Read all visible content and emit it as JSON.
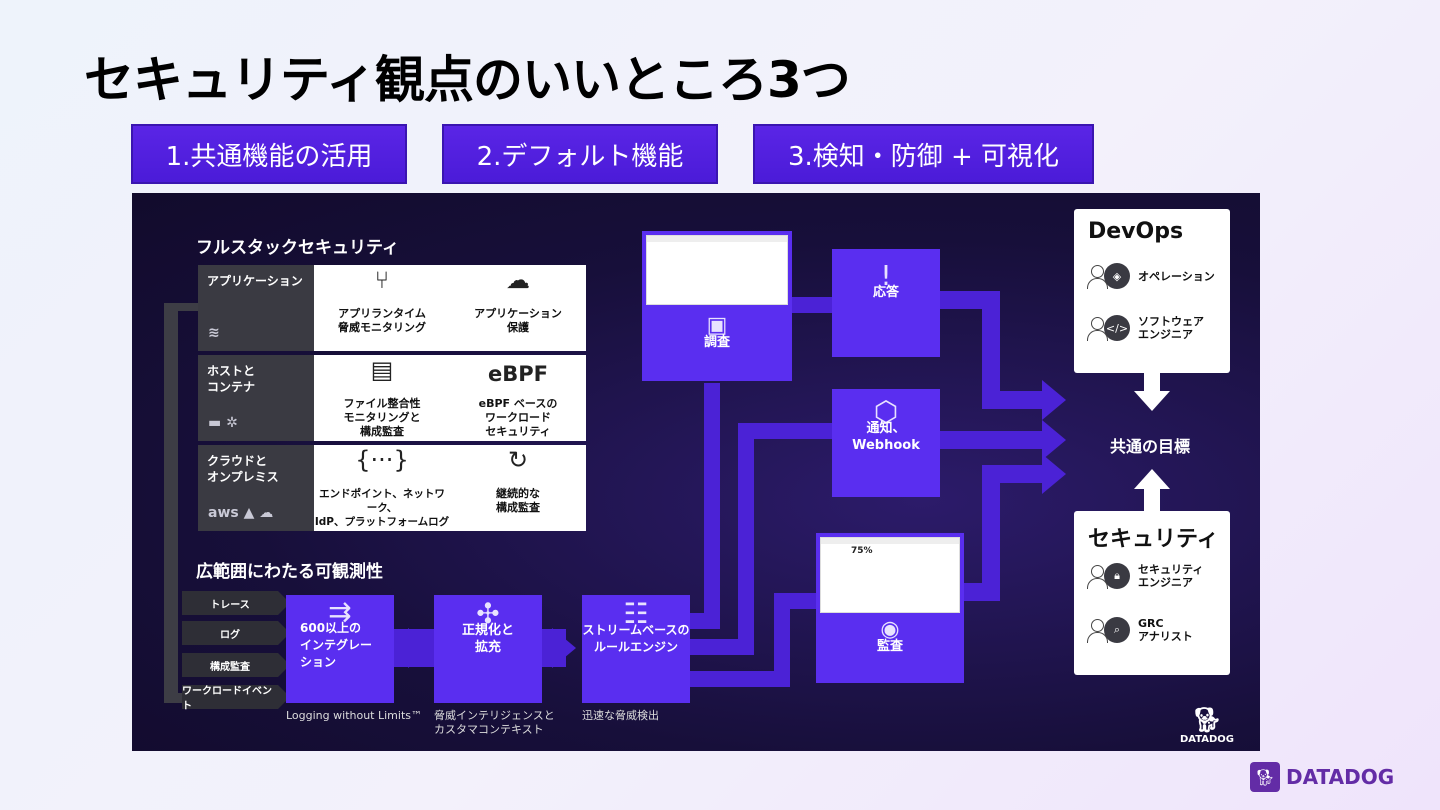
{
  "title": "セキュリティ観点のいいところ3つ",
  "pills": [
    "1.共通機能の活用",
    "2.デフォルト機能",
    "3.検知・防御 + 可視化"
  ],
  "fullstack": {
    "heading": "フルスタックセキュリティ",
    "rows": [
      {
        "side": "アプリケーション",
        "cells": [
          "アプリランタイム\n脅威モニタリング",
          "アプリケーション\n保護"
        ]
      },
      {
        "side": "ホストと\nコンテナ",
        "cells": [
          "ファイル整合性\nモニタリングと\n構成監査",
          "eBPF ベースの\nワークロード\nセキュリティ"
        ],
        "ebpf": "eBPF"
      },
      {
        "side": "クラウドと\nオンプレミス",
        "cells": [
          "エンドポイント、ネットワーク、\nIdP、プラットフォームログ",
          "継続的な\n構成監査"
        ],
        "glyph": "{···}",
        "cloud_logos": "aws"
      }
    ]
  },
  "observability": {
    "heading": "広範囲にわたる可観測性",
    "tags": [
      "トレース",
      "ログ",
      "構成監査",
      "ワークロードイベント"
    ]
  },
  "pipeline": [
    {
      "label": "600以上の\nインテグレー\nション",
      "caption": "Logging without Limits™"
    },
    {
      "label": "正規化と\n拡充",
      "caption": "脅威インテリジェンスと\nカスタマコンテキスト"
    },
    {
      "label": "ストリームベースの\nルールエンジン",
      "caption": "迅速な脅威検出"
    }
  ],
  "actions": {
    "investigate": "調査",
    "respond": "応答",
    "notify": "通知、\nWebhook",
    "audit": "監査"
  },
  "screenshot_text": {
    "pct": "75%"
  },
  "devops": {
    "heading": "DevOps",
    "roles": [
      {
        "label": "オペレーション",
        "icon": "cube-icon"
      },
      {
        "label": "ソフトウェア\nエンジニア",
        "icon": "code-icon"
      }
    ]
  },
  "goal": "共通の目標",
  "security": {
    "heading": "セキュリティ",
    "roles": [
      {
        "label": "セキュリティ\nエンジニア",
        "icon": "lock-icon"
      },
      {
        "label": "GRC\nアナリスト",
        "icon": "magnifier-icon"
      }
    ]
  },
  "panel_logo": "DATADOG",
  "footer_logo": "DATADOG",
  "colors": {
    "accent": "#5a2ef0",
    "brand": "#632ca6",
    "panel_bg": "#170f3a"
  }
}
